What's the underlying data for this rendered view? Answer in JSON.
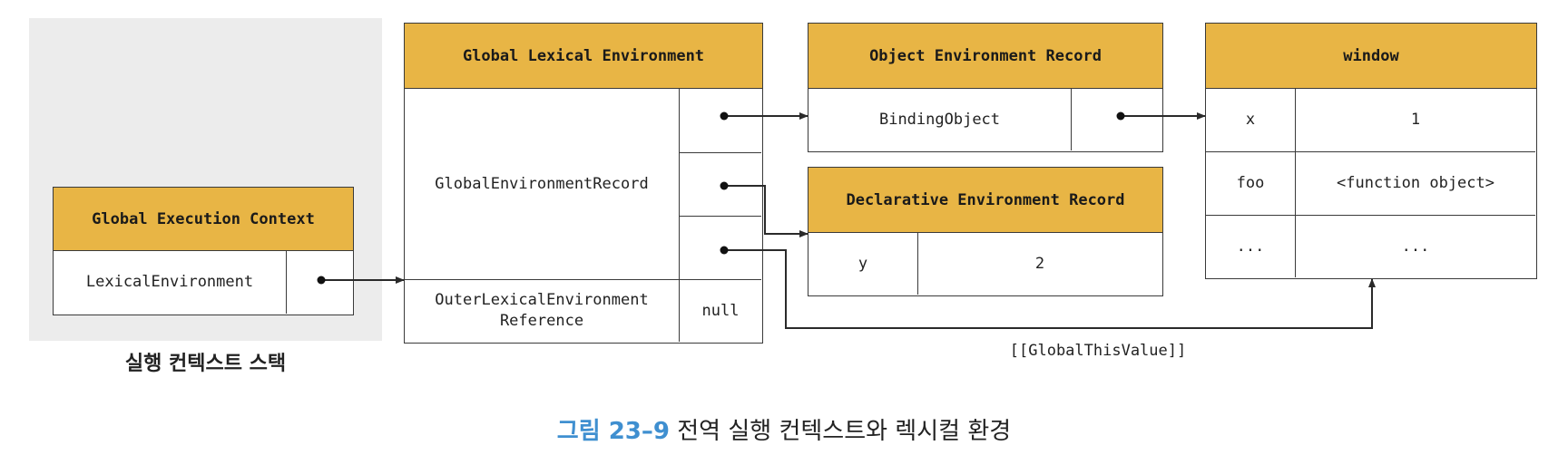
{
  "stack": {
    "label": "실행 컨텍스트 스택",
    "context_title": "Global Execution Context",
    "lexical_env_label": "LexicalEnvironment"
  },
  "global_lexical_env": {
    "title": "Global Lexical Environment",
    "env_record_label": "GlobalEnvironmentRecord",
    "outer_ref_label": "OuterLexicalEnvironment\nReference",
    "outer_ref_value": "null"
  },
  "object_env_record": {
    "title": "Object Environment Record",
    "binding_label": "BindingObject"
  },
  "declarative_env_record": {
    "title": "Declarative Environment Record",
    "rows": [
      {
        "key": "y",
        "value": "2"
      }
    ]
  },
  "window": {
    "title": "window",
    "rows": [
      {
        "key": "x",
        "value": "1"
      },
      {
        "key": "foo",
        "value": "<function object>"
      },
      {
        "key": "...",
        "value": "..."
      }
    ]
  },
  "global_this_label": "[[GlobalThisValue]]",
  "caption": {
    "number": "그림 23–9",
    "text": "전역 실행 컨텍스트와 렉시컬 환경",
    "number_color": "#3f8fd0"
  },
  "colors": {
    "header_fill": "#e8b545",
    "stack_background": "#ececec"
  }
}
